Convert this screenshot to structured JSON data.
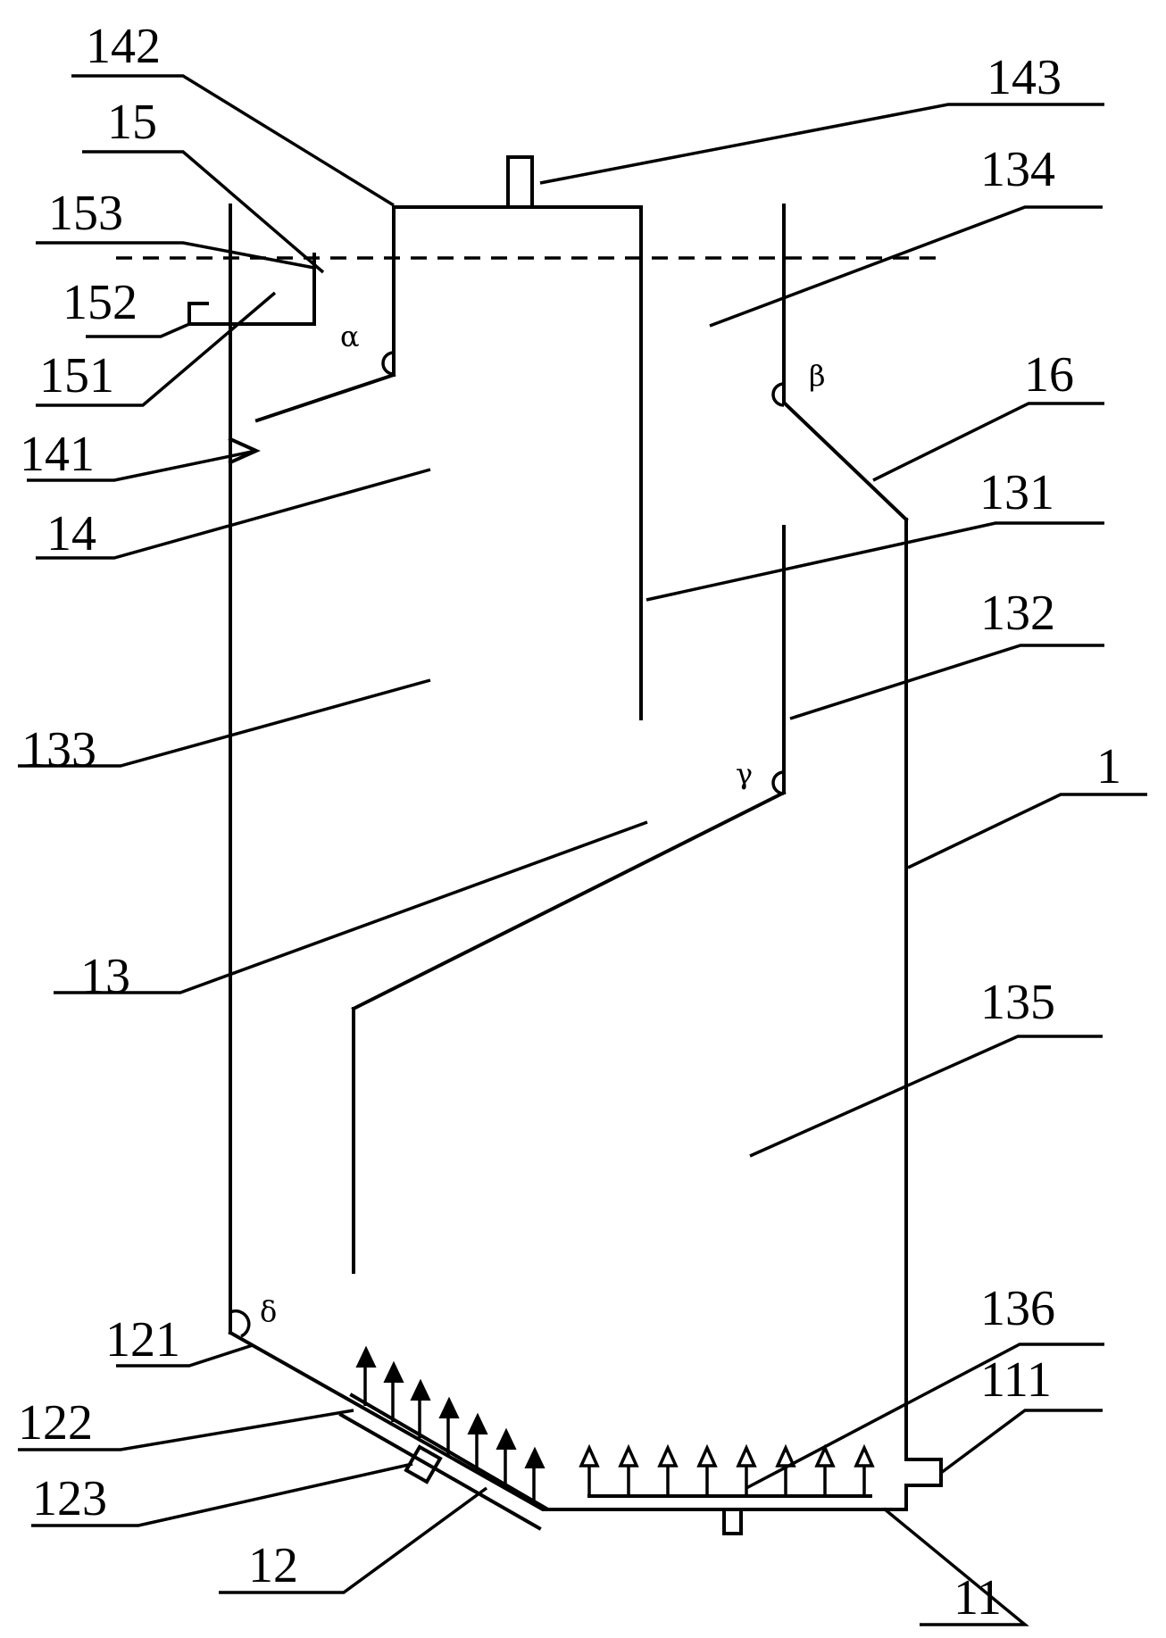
{
  "labels": {
    "l142": "142",
    "l143": "143",
    "l15": "15",
    "l134": "134",
    "l153": "153",
    "l152": "152",
    "l16": "16",
    "l151": "151",
    "l141": "141",
    "l131": "131",
    "l14": "14",
    "l132": "132",
    "l133": "133",
    "l1": "1",
    "l13": "13",
    "l135": "135",
    "l136": "136",
    "l121": "121",
    "l111": "111",
    "l122": "122",
    "l123": "123",
    "l12": "12",
    "l11": "11"
  },
  "angles": {
    "alpha": "α",
    "beta": "β",
    "gamma": "γ",
    "delta": "δ"
  }
}
